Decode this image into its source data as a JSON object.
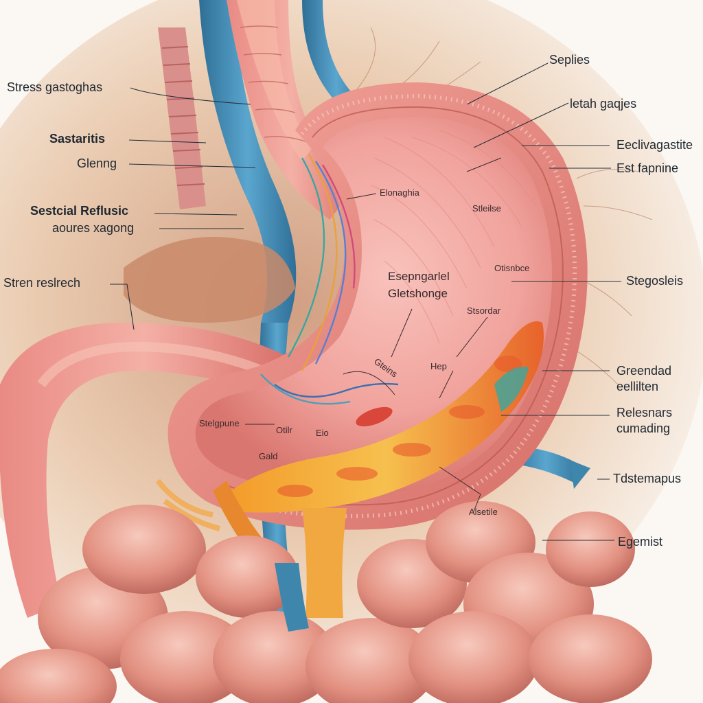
{
  "labels": {
    "stress_gastoghas": "Stress gastoghas",
    "sastaritis": "Sastaritis",
    "glenng": "Glenng",
    "sestcial_reflusic": "Sestcial Reflusic",
    "aoures_xagong": "aoures xagong",
    "stren_reslrech": "Stren reslrech",
    "seplies": "Seplies",
    "letah_gaqjes": "letah gaqjes",
    "eeclivagastite": "Eeclivagastite",
    "est_fapnine": "Est fapnine",
    "stegosleis": "Stegosleis",
    "greendad_eellilten": "Greendad\neellilten",
    "relesnars_cumading": "Relesnars\ncumading",
    "tdstemapus": "Tdstemapus",
    "egemist": "Egemist",
    "elonaghia": "Elonaghia",
    "stleilse": "Stleilse",
    "esepngarlel_gletshonge": "Esepngarlel\nGletshonge",
    "otisnbce": "Otisnbce",
    "stsordar": "Stsordar",
    "hep": "Hep",
    "gteins": "Gteins",
    "stelgpune": "Stelgpune",
    "otilr": "Otilr",
    "eio": "Eio",
    "gald": "Gald",
    "alsetile": "Alsetile"
  },
  "colors": {
    "background": "#fbf7f2",
    "stomach_wall": "#e58c86",
    "stomach_interior": "#f4aaa4",
    "vessel_blue": "#3f86ad",
    "inflamed_orange": "#f0a13a",
    "intestine": "#e59a8e"
  }
}
